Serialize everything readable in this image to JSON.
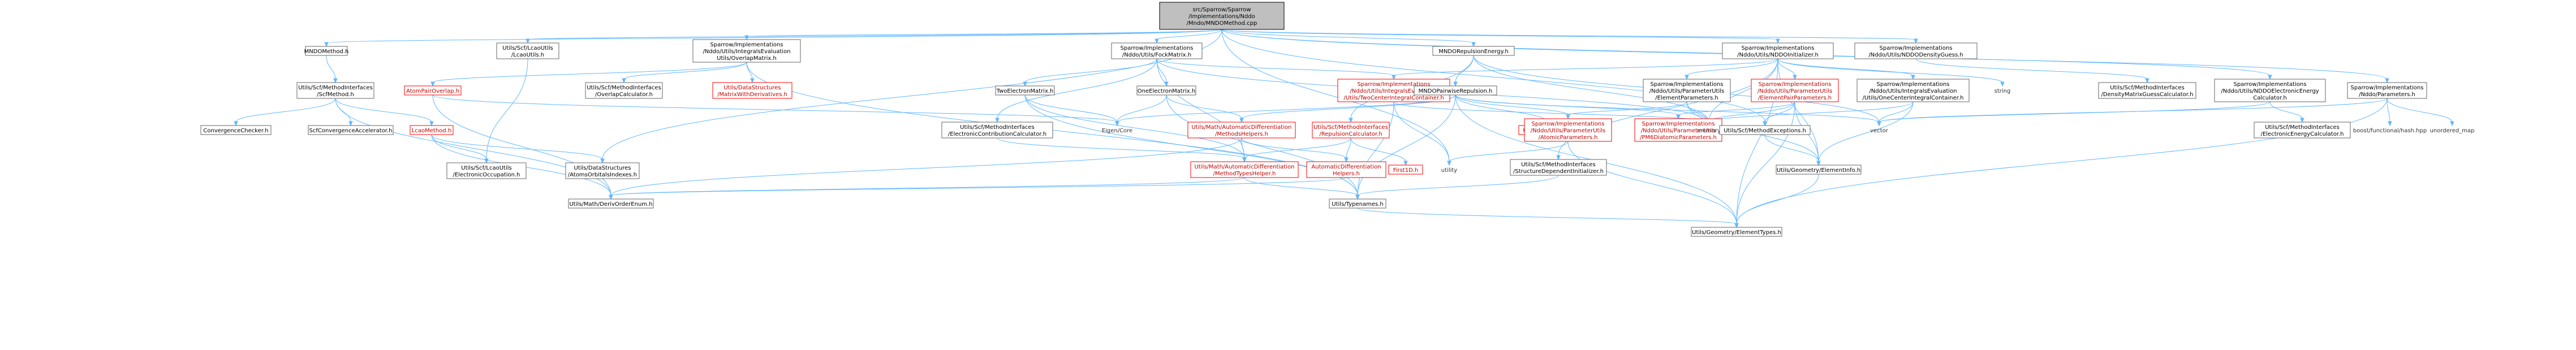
{
  "diagram": {
    "type": "include-dependency-graph",
    "nodes": [
      {
        "id": "root",
        "lines": [
          "src/Sparrow/Sparrow",
          "/Implementations/Nddo",
          "/Mndo/MNDOMethod.cpp"
        ],
        "style": "root"
      },
      {
        "id": "mndoh",
        "lines": [
          "MNDOMethod.h"
        ],
        "style": "plain"
      },
      {
        "id": "lcaoutils",
        "lines": [
          "Utils/Scf/LcaoUtils",
          "/LcaoUtils.h"
        ],
        "style": "plain"
      },
      {
        "id": "overlapmatrix",
        "lines": [
          "Sparrow/Implementations",
          "/Nddo/Utils/IntegralsEvaluation",
          "Utils/OverlapMatrix.h"
        ],
        "style": "plain"
      },
      {
        "id": "fockmatrix",
        "lines": [
          "Sparrow/Implementations",
          "/Nddo/Utils/FockMatrix.h"
        ],
        "style": "plain"
      },
      {
        "id": "mndorepulsion",
        "lines": [
          "MNDORepulsionEnergy.h"
        ],
        "style": "plain"
      },
      {
        "id": "nddoinit",
        "lines": [
          "Sparrow/Implementations",
          "/Nddo/Utils/NDDOInitializer.h"
        ],
        "style": "plain"
      },
      {
        "id": "densityguess",
        "lines": [
          "Sparrow/Implementations",
          "/Nddo/Utils/NDDODensityGuess.h"
        ],
        "style": "plain"
      },
      {
        "id": "scfmethodinterfaces",
        "lines": [
          "Utils/Scf/MethodInterfaces",
          "/ScfMethod.h"
        ],
        "style": "plain"
      },
      {
        "id": "atompairoverlap",
        "lines": [
          "AtomPairOverlap.h"
        ],
        "style": "red"
      },
      {
        "id": "overlapcalculator",
        "lines": [
          "Utils/Scf/MethodInterfaces",
          "/OverlapCalculator.h"
        ],
        "style": "plain"
      },
      {
        "id": "matrixwithderiv",
        "lines": [
          "Utils/DataStructures",
          "/MatrixWithDerivatives.h"
        ],
        "style": "red"
      },
      {
        "id": "twoelectronmatrix",
        "lines": [
          "TwoElectronMatrix.h"
        ],
        "style": "plain"
      },
      {
        "id": "oneelectronmatrix",
        "lines": [
          "OneElectronMatrix.h"
        ],
        "style": "plain"
      },
      {
        "id": "twocenterintegral",
        "lines": [
          "Sparrow/Implementations",
          "/Nddo/Utils/IntegralsEvaluation",
          "/Utils/TwoCenterIntegralContainer.h"
        ],
        "style": "red"
      },
      {
        "id": "mndopairwise",
        "lines": [
          "MNDOPairwiseRepulsion.h"
        ],
        "style": "plain"
      },
      {
        "id": "elementparameters",
        "lines": [
          "Sparrow/Implementations",
          "/Nddo/Utils/ParameterUtils",
          "/ElementParameters.h"
        ],
        "style": "plain"
      },
      {
        "id": "elementpairparameters",
        "lines": [
          "Sparrow/Implementations",
          "/Nddo/Utils/ParameterUtils",
          "/ElementPairParameters.h"
        ],
        "style": "red"
      },
      {
        "id": "onecenterintegral",
        "lines": [
          "Sparrow/Implementations",
          "/Nddo/Utils/IntegralsEvaluation",
          "/Utils/OneCenterIntegralContainer.h"
        ],
        "style": "plain"
      },
      {
        "id": "string",
        "lines": [
          "string"
        ],
        "style": "leaf"
      },
      {
        "id": "densitymatrixguess",
        "lines": [
          "Utils/Scf/MethodInterfaces",
          "/DensityMatrixGuessCalculator.h"
        ],
        "style": "plain"
      },
      {
        "id": "nddoelectronic",
        "lines": [
          "Sparrow/Implementations",
          "/Nddo/Utils/NDDOElectronicEnergy",
          "Calculator.h"
        ],
        "style": "plain"
      },
      {
        "id": "nddoparameters",
        "lines": [
          "Sparrow/Implementations",
          "/Nddo/Parameters.h"
        ],
        "style": "plain"
      },
      {
        "id": "convergencechecker",
        "lines": [
          "ConvergenceChecker.h"
        ],
        "style": "plain"
      },
      {
        "id": "scfconvaccel",
        "lines": [
          "ScfConvergenceAccelerator.h"
        ],
        "style": "plain"
      },
      {
        "id": "lcaomethod",
        "lines": [
          "LcaoMethod.h"
        ],
        "style": "red"
      },
      {
        "id": "eigencore",
        "lines": [
          "Eigen/Core"
        ],
        "style": "leaf"
      },
      {
        "id": "electroniccontrib",
        "lines": [
          "Utils/Scf/MethodInterfaces",
          "/ElectronicContributionCalculator.h"
        ],
        "style": "plain"
      },
      {
        "id": "autodiffhelpers",
        "lines": [
          "Utils/Math/AutomaticDifferentiation",
          "/MethodsHelpers.h"
        ],
        "style": "red"
      },
      {
        "id": "repulsioncalc",
        "lines": [
          "Utils/Scf/MethodInterfaces",
          "/RepulsionCalculator.h"
        ],
        "style": "red"
      },
      {
        "id": "constants",
        "lines": [
          "Utils/Constants.h"
        ],
        "style": "red"
      },
      {
        "id": "pm6diatomic",
        "lines": [
          "Sparrow/Implementations",
          "/Nddo/Utils/ParameterUtils",
          "/PM6DiatomicParameters.h"
        ],
        "style": "red"
      },
      {
        "id": "atomicparameters",
        "lines": [
          "Sparrow/Implementations",
          "/Nddo/Utils/ParameterUtils",
          "/AtomicParameters.h"
        ],
        "style": "red"
      },
      {
        "id": "memory",
        "lines": [
          "memory"
        ],
        "style": "leaf"
      },
      {
        "id": "scfmethodexceptions",
        "lines": [
          "Utils/Scf/MethodExceptions.h"
        ],
        "style": "plain"
      },
      {
        "id": "vector",
        "lines": [
          "vector"
        ],
        "style": "leaf"
      },
      {
        "id": "electronicenergycalc",
        "lines": [
          "Utils/Scf/MethodInterfaces",
          "/ElectronicEnergyCalculator.h"
        ],
        "style": "plain"
      },
      {
        "id": "boosthash",
        "lines": [
          "boost/functional/hash.hpp"
        ],
        "style": "leaf"
      },
      {
        "id": "unorderedmap",
        "lines": [
          "unordered_map"
        ],
        "style": "leaf"
      },
      {
        "id": "lcaoelectronicocc",
        "lines": [
          "Utils/Scf/LcaoUtils",
          "/ElectronicOccupation.h"
        ],
        "style": "plain"
      },
      {
        "id": "atomsorbitals",
        "lines": [
          "Utils/DataStructures",
          "/AtomsOrbitalsIndexes.h"
        ],
        "style": "plain"
      },
      {
        "id": "autodifftypeshelper",
        "lines": [
          "Utils/Math/AutomaticDifferentiation",
          "/MethodTypesHelper.h"
        ],
        "style": "red"
      },
      {
        "id": "autodiffhelpers2",
        "lines": [
          "AutomaticDifferentiation",
          "Helpers.h"
        ],
        "style": "red"
      },
      {
        "id": "first1d",
        "lines": [
          "First1D.h"
        ],
        "style": "red"
      },
      {
        "id": "utility",
        "lines": [
          "utility"
        ],
        "style": "leaf"
      },
      {
        "id": "structuredependent",
        "lines": [
          "Utils/Scf/MethodInterfaces",
          "/StructureDependentInitializer.h"
        ],
        "style": "plain"
      },
      {
        "id": "elementinfo",
        "lines": [
          "Utils/Geometry/ElementInfo.h"
        ],
        "style": "plain"
      },
      {
        "id": "derivorderenum",
        "lines": [
          "Utils/Math/DerivOrderEnum.h"
        ],
        "style": "plain"
      },
      {
        "id": "typenames",
        "lines": [
          "Utils/Typenames.h"
        ],
        "style": "plain"
      },
      {
        "id": "elementtypes",
        "lines": [
          "Utils/Geometry/ElementTypes.h"
        ],
        "style": "plain"
      }
    ],
    "edges": [
      [
        "root",
        "mndoh"
      ],
      [
        "root",
        "lcaoutils"
      ],
      [
        "root",
        "overlapmatrix"
      ],
      [
        "root",
        "fockmatrix"
      ],
      [
        "root",
        "mndorepulsion"
      ],
      [
        "root",
        "nddoinit"
      ],
      [
        "root",
        "densityguess"
      ],
      [
        "root",
        "nddoelectronic"
      ],
      [
        "root",
        "nddoparameters"
      ],
      [
        "root",
        "utility"
      ],
      [
        "root",
        "scfmethodexceptions"
      ],
      [
        "root",
        "atomsorbitals"
      ],
      [
        "mndoh",
        "scfmethodinterfaces"
      ],
      [
        "lcaoutils",
        "lcaoelectronicocc"
      ],
      [
        "overlapmatrix",
        "atompairoverlap"
      ],
      [
        "overlapmatrix",
        "overlapcalculator"
      ],
      [
        "overlapmatrix",
        "matrixwithderiv"
      ],
      [
        "overlapmatrix",
        "typenames"
      ],
      [
        "fockmatrix",
        "twoelectronmatrix"
      ],
      [
        "fockmatrix",
        "oneelectronmatrix"
      ],
      [
        "fockmatrix",
        "electroniccontrib"
      ],
      [
        "fockmatrix",
        "twocenterintegral"
      ],
      [
        "fockmatrix",
        "memory"
      ],
      [
        "fockmatrix",
        "autodifftypeshelper"
      ],
      [
        "mndorepulsion",
        "mndopairwise"
      ],
      [
        "mndorepulsion",
        "repulsioncalc"
      ],
      [
        "mndorepulsion",
        "vector"
      ],
      [
        "mndorepulsion",
        "memory"
      ],
      [
        "nddoinit",
        "elementparameters"
      ],
      [
        "nddoinit",
        "elementpairparameters"
      ],
      [
        "nddoinit",
        "onecenterintegral"
      ],
      [
        "nddoinit",
        "twocenterintegral"
      ],
      [
        "nddoinit",
        "string"
      ],
      [
        "nddoinit",
        "structuredependent"
      ],
      [
        "nddoinit",
        "elementinfo"
      ],
      [
        "nddoinit",
        "elementtypes"
      ],
      [
        "nddoinit",
        "memory"
      ],
      [
        "densityguess",
        "densitymatrixguess"
      ],
      [
        "nddoelectronic",
        "electronicenergycalc"
      ],
      [
        "nddoelectronic",
        "vector"
      ],
      [
        "nddoparameters",
        "boosthash"
      ],
      [
        "nddoparameters",
        "unorderedmap"
      ],
      [
        "nddoparameters",
        "vector"
      ],
      [
        "nddoparameters",
        "elementtypes"
      ],
      [
        "scfmethodinterfaces",
        "convergencechecker"
      ],
      [
        "scfmethodinterfaces",
        "scfconvaccel"
      ],
      [
        "scfmethodinterfaces",
        "lcaomethod"
      ],
      [
        "scfmethodinterfaces",
        "derivorderenum"
      ],
      [
        "lcaomethod",
        "lcaoelectronicocc"
      ],
      [
        "lcaomethod",
        "atomsorbitals"
      ],
      [
        "lcaomethod",
        "derivorderenum"
      ],
      [
        "atompairoverlap",
        "eigencore"
      ],
      [
        "atompairoverlap",
        "derivorderenum"
      ],
      [
        "twoelectronmatrix",
        "eigencore"
      ],
      [
        "twoelectronmatrix",
        "typenames"
      ],
      [
        "twoelectronmatrix",
        "autodifftypeshelper"
      ],
      [
        "oneelectronmatrix",
        "eigencore"
      ],
      [
        "oneelectronmatrix",
        "autodiffhelpers"
      ],
      [
        "oneelectronmatrix",
        "typenames"
      ],
      [
        "twocenterintegral",
        "typenames"
      ],
      [
        "twocenterintegral",
        "utility"
      ],
      [
        "twocenterintegral",
        "memory"
      ],
      [
        "electroniccontrib",
        "autodifftypeshelper"
      ],
      [
        "mndopairwise",
        "eigencore"
      ],
      [
        "mndopairwise",
        "autodiffhelpers"
      ],
      [
        "mndopairwise",
        "constants"
      ],
      [
        "mndopairwise",
        "pm6diatomic"
      ],
      [
        "mndopairwise",
        "atomicparameters"
      ],
      [
        "mndopairwise",
        "typenames"
      ],
      [
        "mndopairwise",
        "elementtypes"
      ],
      [
        "mndopairwise",
        "vector"
      ],
      [
        "elementparameters",
        "atomicparameters"
      ],
      [
        "elementparameters",
        "memory"
      ],
      [
        "elementparameters",
        "elementinfo"
      ],
      [
        "elementpairparameters",
        "pm6diatomic"
      ],
      [
        "elementpairparameters",
        "scfmethodexceptions"
      ],
      [
        "elementpairparameters",
        "memory"
      ],
      [
        "elementpairparameters",
        "elementtypes"
      ],
      [
        "elementpairparameters",
        "elementinfo"
      ],
      [
        "onecenterintegral",
        "memory"
      ],
      [
        "onecenterintegral",
        "vector"
      ],
      [
        "onecenterintegral",
        "elementinfo"
      ],
      [
        "repulsioncalc",
        "autodifftypeshelper"
      ],
      [
        "repulsioncalc",
        "autodiffhelpers2"
      ],
      [
        "repulsioncalc",
        "first1d"
      ],
      [
        "autodiffhelpers",
        "autodifftypeshelper"
      ],
      [
        "autodiffhelpers",
        "autodiffhelpers2"
      ],
      [
        "autodiffhelpers",
        "derivorderenum"
      ],
      [
        "autodiffhelpers2",
        "derivorderenum"
      ],
      [
        "autodifftypeshelper",
        "typenames"
      ],
      [
        "autodifftypeshelper",
        "derivorderenum"
      ],
      [
        "atomicparameters",
        "utility"
      ],
      [
        "atomicparameters",
        "elementtypes"
      ],
      [
        "structuredependent",
        "typenames"
      ],
      [
        "scfmethodexceptions",
        "elementinfo"
      ],
      [
        "elementinfo",
        "elementtypes"
      ],
      [
        "typenames",
        "elementtypes"
      ]
    ]
  }
}
